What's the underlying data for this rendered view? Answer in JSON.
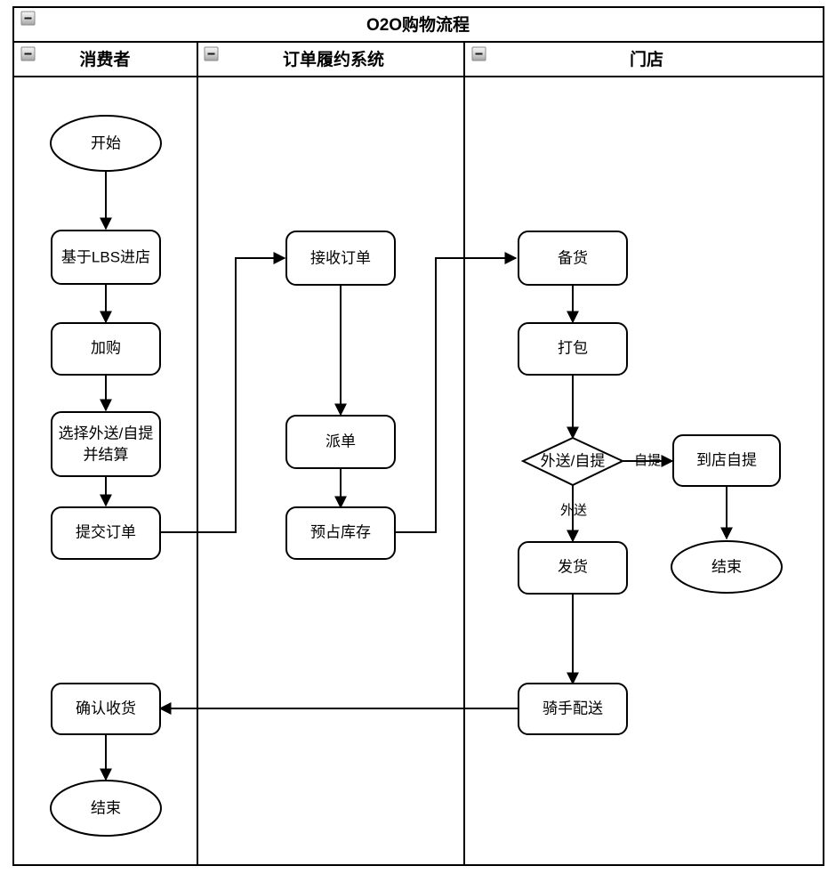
{
  "pool": {
    "title": "O2O购物流程",
    "collapse_icon": "collapse-minus-icon"
  },
  "lanes": [
    {
      "id": "consumer",
      "title": "消费者",
      "collapse_icon": "collapse-minus-icon"
    },
    {
      "id": "fulfillment",
      "title": "订单履约系统",
      "collapse_icon": "collapse-minus-icon"
    },
    {
      "id": "store",
      "title": "门店",
      "collapse_icon": "collapse-minus-icon"
    }
  ],
  "nodes": [
    {
      "id": "start",
      "lane": "consumer",
      "shape": "ellipse",
      "label": "开始"
    },
    {
      "id": "lbs-enter-store",
      "lane": "consumer",
      "shape": "rounded-rect",
      "label": "基于LBS进店"
    },
    {
      "id": "add-to-cart",
      "lane": "consumer",
      "shape": "rounded-rect",
      "label": "加购"
    },
    {
      "id": "choose-delivery",
      "lane": "consumer",
      "shape": "rounded-rect",
      "label_line1": "选择外送/自提",
      "label_line2": "并结算"
    },
    {
      "id": "submit-order",
      "lane": "consumer",
      "shape": "rounded-rect",
      "label": "提交订单"
    },
    {
      "id": "confirm-receipt",
      "lane": "consumer",
      "shape": "rounded-rect",
      "label": "确认收货"
    },
    {
      "id": "end-consumer",
      "lane": "consumer",
      "shape": "ellipse",
      "label": "结束"
    },
    {
      "id": "receive-order",
      "lane": "fulfillment",
      "shape": "rounded-rect",
      "label": "接收订单"
    },
    {
      "id": "dispatch-order",
      "lane": "fulfillment",
      "shape": "rounded-rect",
      "label": "派单"
    },
    {
      "id": "reserve-stock",
      "lane": "fulfillment",
      "shape": "rounded-rect",
      "label": "预占库存"
    },
    {
      "id": "prepare-goods",
      "lane": "store",
      "shape": "rounded-rect",
      "label": "备货"
    },
    {
      "id": "pack",
      "lane": "store",
      "shape": "rounded-rect",
      "label": "打包"
    },
    {
      "id": "delivery-or-pickup",
      "lane": "store",
      "shape": "diamond",
      "label": "外送/自提"
    },
    {
      "id": "in-store-pickup",
      "lane": "store",
      "shape": "rounded-rect",
      "label": "到店自提"
    },
    {
      "id": "end-store",
      "lane": "store",
      "shape": "ellipse",
      "label": "结束"
    },
    {
      "id": "ship",
      "lane": "store",
      "shape": "rounded-rect",
      "label": "发货"
    },
    {
      "id": "rider-delivery",
      "lane": "store",
      "shape": "rounded-rect",
      "label": "骑手配送"
    }
  ],
  "edge_labels": {
    "pickup": "自提",
    "delivery": "外送"
  },
  "colors": {
    "stroke": "#000000",
    "fill": "#ffffff",
    "collapse_top": "#f4f4f4",
    "collapse_bottom": "#a9a9a9"
  }
}
